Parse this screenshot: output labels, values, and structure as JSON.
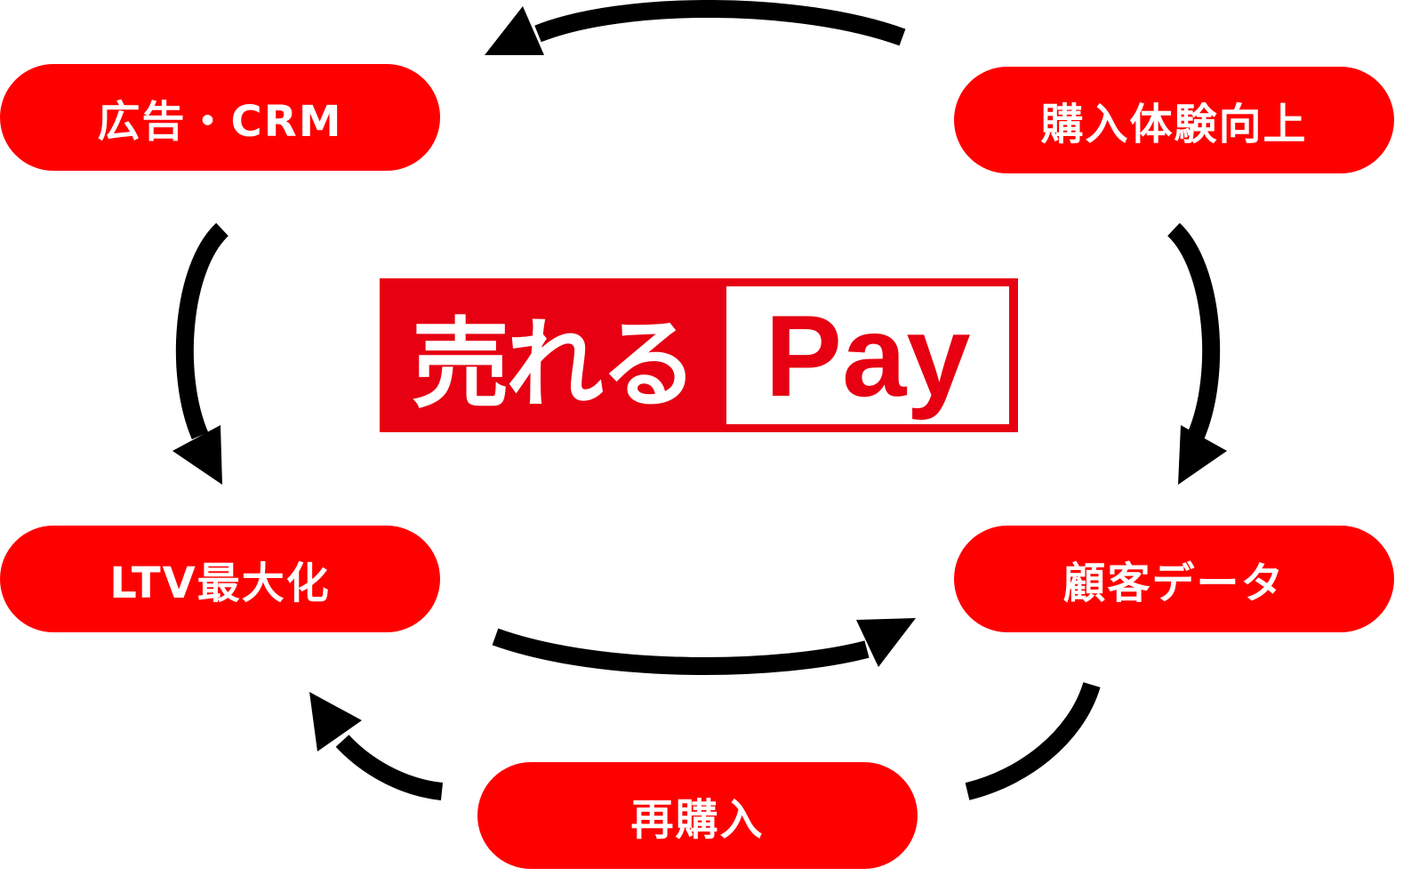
{
  "nodes": {
    "ad_crm": "広告・CRM",
    "purchase_experience": "購入体験向上",
    "ltv": "LTV最大化",
    "customer_data": "顧客データ",
    "repurchase": "再購入"
  },
  "logo": {
    "left_text": "売れる",
    "right_text": "Pay"
  },
  "colors": {
    "node_fill": "#ff0000",
    "node_text": "#ffffff",
    "logo_red": "#e60012",
    "arrow": "#000000"
  }
}
